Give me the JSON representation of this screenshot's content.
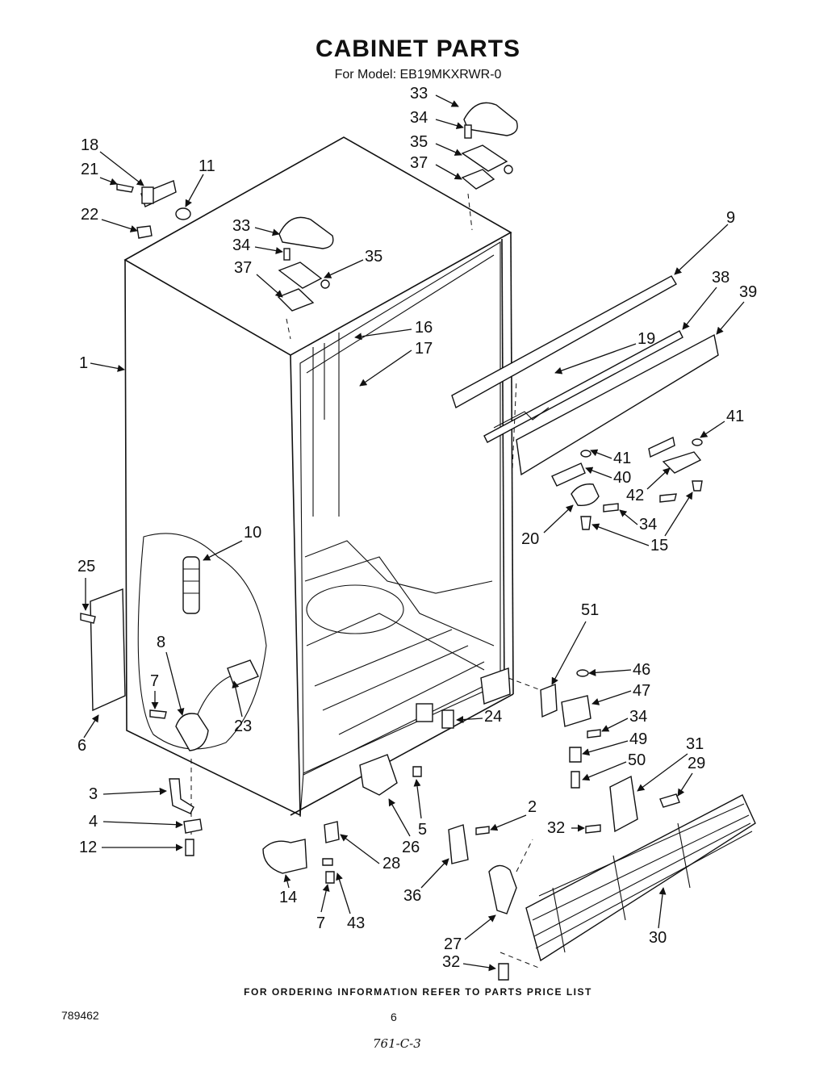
{
  "header": {
    "title": "CABINET PARTS",
    "subtitle": "For Model: EB19MKXRWR-0"
  },
  "footer": {
    "ordering_note": "FOR ORDERING INFORMATION REFER TO PARTS PRICE LIST",
    "document_number": "789462",
    "page_number": "6",
    "handwritten_note": "761-C-3"
  },
  "callouts": [
    "33",
    "34",
    "35",
    "37",
    "18",
    "21",
    "11",
    "22",
    "33",
    "34",
    "35",
    "37",
    "9",
    "38",
    "39",
    "16",
    "17",
    "1",
    "19",
    "41",
    "41",
    "40",
    "42",
    "34",
    "20",
    "15",
    "10",
    "25",
    "8",
    "7",
    "23",
    "6",
    "51",
    "46",
    "47",
    "34",
    "24",
    "49",
    "50",
    "31",
    "29",
    "3",
    "4",
    "12",
    "2",
    "32",
    "5",
    "26",
    "28",
    "14",
    "7",
    "43",
    "36",
    "27",
    "30",
    "32"
  ]
}
